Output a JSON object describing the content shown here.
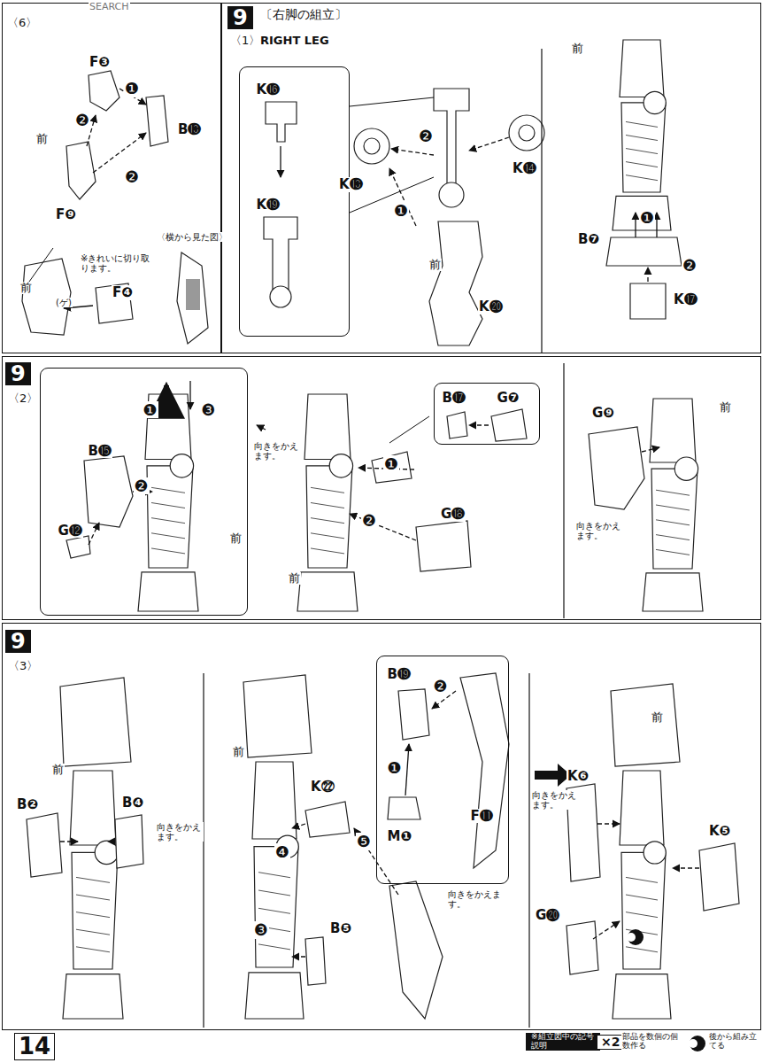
{
  "diagram": {
    "nodes": [
      {
        "text": [
          "〈6〉"
        ]
      },
      {
        "text": [
          "9",
          "〈1〉",
          "〔右脚の組立〕",
          "RIGHT LEG"
        ]
      },
      {
        "text": [
          "K⓰",
          "K⓳"
        ],
        "in": 1
      },
      {
        "text": [
          "9",
          "〈2〉"
        ]
      },
      {
        "text": [
          "❶",
          "❸",
          "B⓯",
          "❷",
          "G⓬",
          "前"
        ],
        "in": 3
      },
      {
        "text": [
          "B⓱",
          "G❼"
        ],
        "in": 3
      },
      {
        "text": [
          "9",
          "〈3〉"
        ]
      },
      {
        "text": [
          "B⓳",
          "❷",
          "F⓫",
          "❶",
          "M❶"
        ],
        "in": 6
      }
    ],
    "labels": [
      "SEARCH",
      "F❸",
      "❶",
      "B⓭",
      "❷",
      "❷",
      "前",
      "F❾",
      "前",
      "※きれいに切り取ります。",
      "〈横から見た図〉",
      "F❹",
      "(ゲ)",
      "前",
      "K⓭",
      "❷",
      "K⓮",
      "❶",
      "K⓴",
      "前",
      "B❼",
      "❶",
      "❷",
      "K⓱",
      "向きをかえます。",
      "❶",
      "❷",
      "G⓲",
      "前",
      "G❾",
      "前",
      "向きをかえます。",
      "前",
      "B❷",
      "B❹",
      "向きをかえます。",
      "前",
      "K㉒",
      "❹",
      "❺",
      "❸",
      "B❺",
      "向きをかえます。",
      "向きをかえます。",
      "前",
      "K❻",
      "K❺",
      "G⓴",
      "14",
      "※組立図中の記号説明",
      "×2",
      "部品を数個の個数作る",
      "後から組み立てる"
    ]
  }
}
